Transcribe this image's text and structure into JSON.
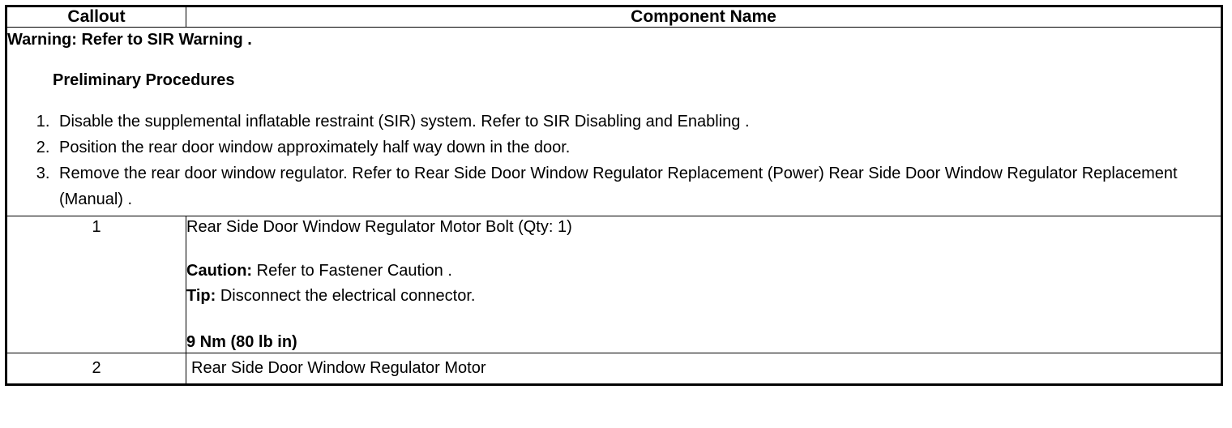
{
  "table": {
    "headers": {
      "callout": "Callout",
      "component_name": "Component Name"
    },
    "preliminary_block": {
      "warning": "Warning: Refer to SIR Warning .",
      "heading": "Preliminary Procedures",
      "steps": [
        "Disable the supplemental inflatable restraint (SIR) system. Refer to SIR Disabling and Enabling .",
        "Position the rear door window approximately half way down in the door.",
        "Remove the rear door window regulator. Refer to Rear Side Door Window Regulator Replacement (Power) Rear Side Door Window Regulator Replacement (Manual) ."
      ]
    },
    "rows": [
      {
        "callout": "1",
        "name": "Rear Side Door Window Regulator Motor Bolt (Qty: 1)",
        "caution_label": "Caution:",
        "caution_text": " Refer to Fastener Caution .",
        "tip_label": "Tip:",
        "tip_text": " Disconnect the electrical connector.",
        "torque": "9 Nm (80 lb in)"
      },
      {
        "callout": "2",
        "name": "Rear Side Door Window Regulator Motor"
      }
    ]
  },
  "colors": {
    "border": "#000000",
    "text": "#000000",
    "background": "#ffffff"
  }
}
